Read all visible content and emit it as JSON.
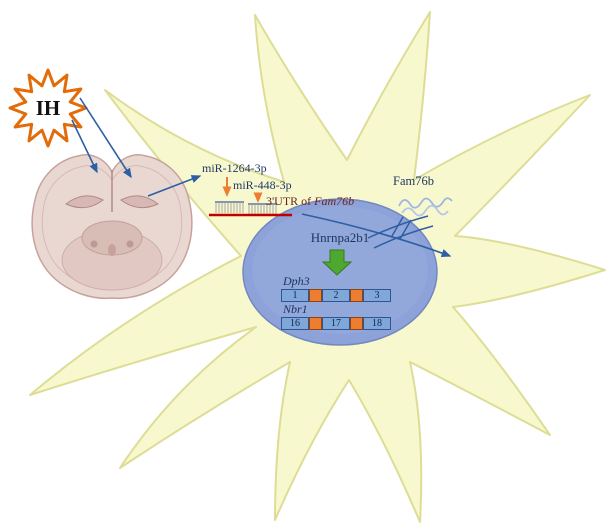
{
  "colors": {
    "cell_fill": "#F8F8CE",
    "cell_outline": "#DDDD96",
    "nucleus": "#8CA2D8",
    "nucleus_outline": "#7488C0",
    "exon_blue": "#7FA8D9",
    "intron_orange": "#ED7D31",
    "mrna_red": "#C00000",
    "green_arrow": "#4EA72E",
    "arrow_blue": "#2E5FA3",
    "burst_orange": "#E36C0A",
    "brain_fill": "#E9D7D2"
  },
  "figure": {
    "stimulus": "IH",
    "mirna_labels": [
      "miR-1264-3p",
      "miR-448-3p"
    ],
    "utr": {
      "prefix": "3'UTR of",
      "gene": "Fam76b"
    },
    "protein": "Fam76b",
    "regulator": "Hnrnpa2b1",
    "genes": [
      {
        "name": "Dph3",
        "exons": [
          "1",
          "2",
          "3"
        ]
      },
      {
        "name": "Nbr1",
        "exons": [
          "16",
          "17",
          "18"
        ]
      }
    ],
    "icons": [
      "ih-starburst-icon",
      "brain-coronal-section-icon",
      "mirna-duplex-comb-icon",
      "fam76b-protein-squiggle-icon",
      "green-block-arrow-down-icon",
      "inhibition-double-slash-icon",
      "astrocyte-cell-icon",
      "nucleus-icon"
    ]
  }
}
